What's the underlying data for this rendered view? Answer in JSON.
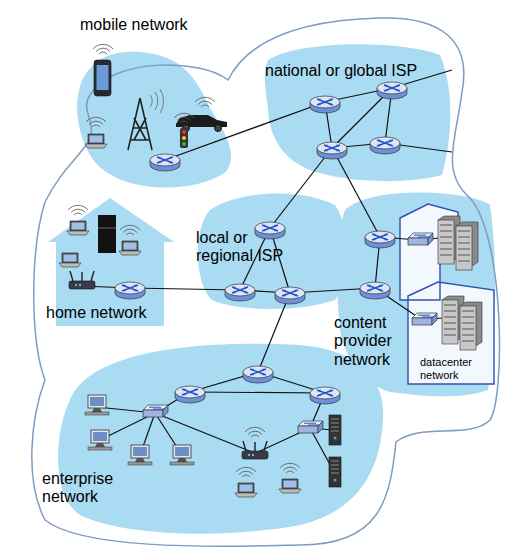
{
  "diagram": {
    "nodes": [
      {
        "text": [
          "mobile network"
        ]
      },
      {
        "text": [
          "national or global ISP"
        ]
      },
      {
        "text": [
          "home network"
        ]
      },
      {
        "text": [
          "local or regional ISP"
        ]
      },
      {
        "text": [
          "content provider network"
        ]
      },
      {
        "text": [
          "datacenter network"
        ],
        "in": 4
      },
      {
        "text": [
          "enterprise network"
        ]
      }
    ]
  }
}
